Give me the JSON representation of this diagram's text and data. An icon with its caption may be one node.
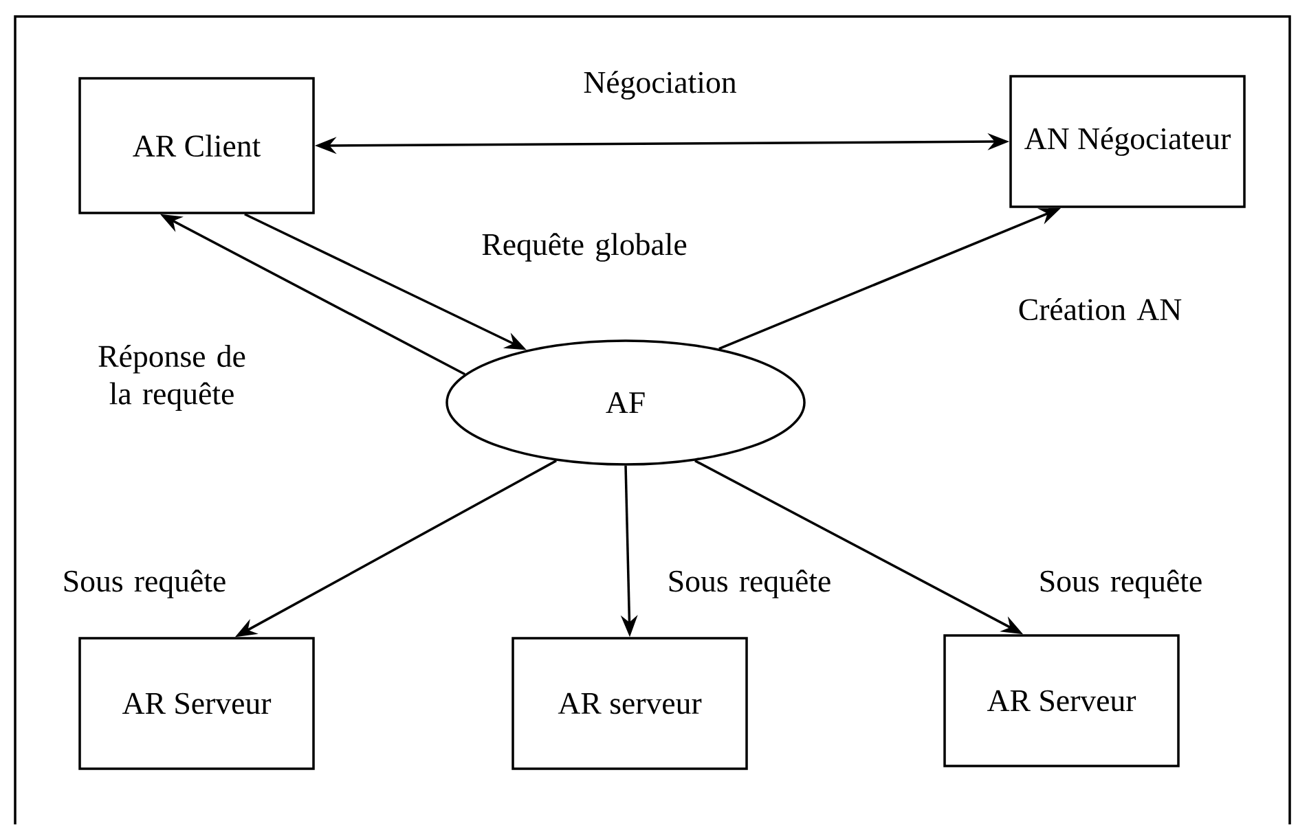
{
  "diagram": {
    "nodes": [
      {
        "text": [
          "AR Client"
        ]
      },
      {
        "text": [
          "AN Négociateur"
        ]
      },
      {
        "text": [
          "AF"
        ]
      },
      {
        "text": [
          "AR Serveur"
        ]
      },
      {
        "text": [
          "AR serveur"
        ]
      },
      {
        "text": [
          "AR Serveur"
        ]
      }
    ],
    "edges": [
      {
        "from": 0,
        "to": 1,
        "arrow": "both",
        "label": "Négociation"
      },
      {
        "from": 0,
        "to": 2,
        "arrow": "to",
        "label": "Requête globale"
      },
      {
        "from": 2,
        "to": 0,
        "arrow": "to",
        "label": "Réponse de la requête"
      },
      {
        "from": 2,
        "to": 1,
        "arrow": "to",
        "label": "Création AN"
      },
      {
        "from": 2,
        "to": 3,
        "arrow": "to",
        "label": "Sous requête"
      },
      {
        "from": 2,
        "to": 4,
        "arrow": "to",
        "label": "Sous requête"
      },
      {
        "from": 2,
        "to": 5,
        "arrow": "to",
        "label": "Sous requête"
      }
    ]
  }
}
